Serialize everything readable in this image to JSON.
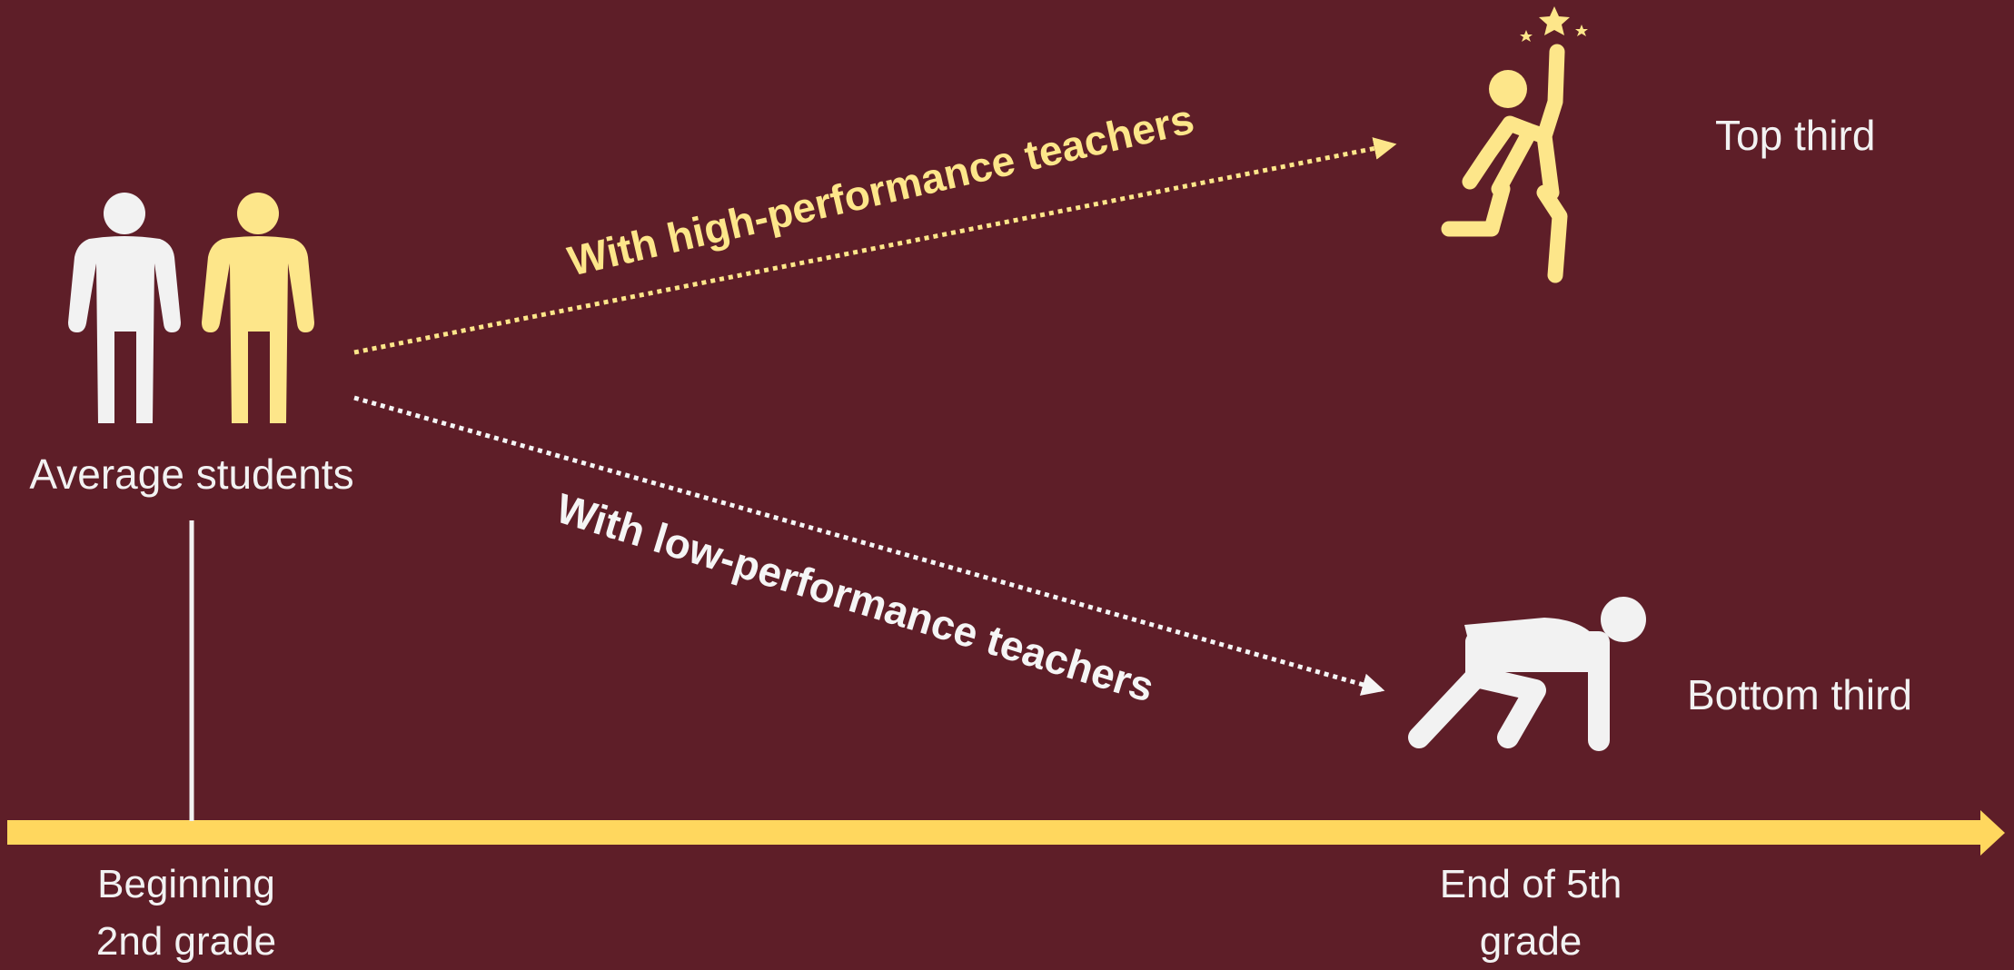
{
  "labels": {
    "average_students": "Average students",
    "top_third": "Top third",
    "bottom_third": "Bottom third",
    "high_path": "With high-performance teachers",
    "low_path": "With low-performance teachers"
  },
  "timeline": {
    "start_line1": "Beginning",
    "start_line2": "2nd grade",
    "end_line1": "End of 5th",
    "end_line2": "grade"
  },
  "colors": {
    "background": "#5e1e28",
    "accent_yellow": "#fde68a",
    "timeline_yellow": "#ffd75e",
    "light": "#f2f2f2"
  },
  "icons": {
    "student_a": "person-standing-icon",
    "student_b": "person-standing-icon",
    "top_figure": "person-reaching-stars-icon",
    "bottom_figure": "person-crouching-icon"
  }
}
